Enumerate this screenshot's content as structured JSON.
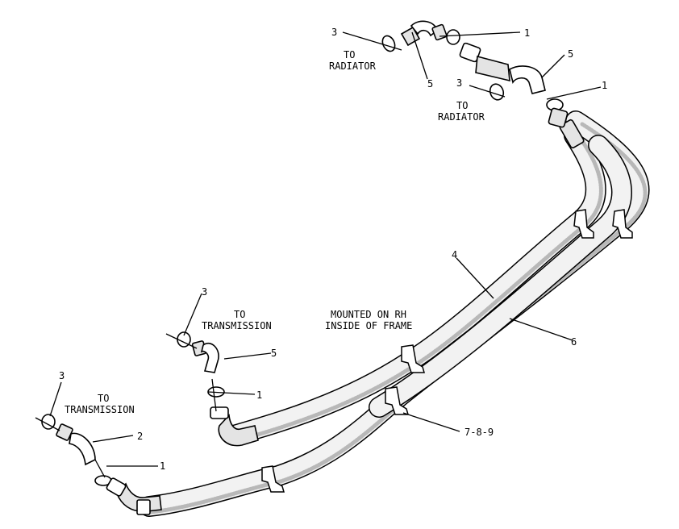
{
  "callouts": {
    "c3_top_left": "3",
    "c1_top": "1",
    "c5_top_small": "5",
    "c5_top_right": "5",
    "c3_right_radiator": "3",
    "c1_right": "1",
    "c4": "4",
    "c6": "6",
    "c3_mid": "3",
    "c5_mid": "5",
    "c1_mid": "1",
    "c3_bottom_left": "3",
    "c2": "2",
    "c1_bottom": "1",
    "c789": "7-8-9"
  },
  "labels": {
    "to_radiator_1_line1": "TO",
    "to_radiator_1_line2": "RADIATOR",
    "to_radiator_2_line1": "TO",
    "to_radiator_2_line2": "RADIATOR",
    "to_transmission_1_line1": "TO",
    "to_transmission_1_line2": "TRANSMISSION",
    "to_transmission_2_line1": "TO",
    "to_transmission_2_line2": "TRANSMISSION",
    "mounted_line1": "MOUNTED ON RH",
    "mounted_line2": "INSIDE OF FRAME"
  }
}
